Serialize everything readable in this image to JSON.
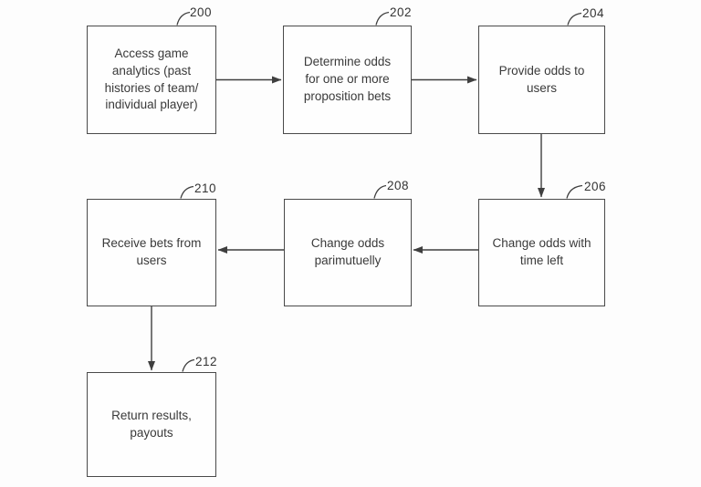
{
  "figure": {
    "type": "flowchart",
    "nodes": [
      {
        "ref": "200",
        "label": "Access game\nanalytics (past\nhistories of team/\nindividual player)"
      },
      {
        "ref": "202",
        "label": "Determine odds\nfor one or more\nproposition bets"
      },
      {
        "ref": "204",
        "label": "Provide odds to\nusers"
      },
      {
        "ref": "206",
        "label": "Change odds with\ntime left"
      },
      {
        "ref": "208",
        "label": "Change odds\nparimutuelly"
      },
      {
        "ref": "210",
        "label": "Receive bets from\nusers"
      },
      {
        "ref": "212",
        "label": "Return results,\npayouts"
      }
    ],
    "connections": [
      {
        "from": "200",
        "to": "202",
        "direction": "right"
      },
      {
        "from": "202",
        "to": "204",
        "direction": "right"
      },
      {
        "from": "204",
        "to": "206",
        "direction": "down"
      },
      {
        "from": "206",
        "to": "208",
        "direction": "left"
      },
      {
        "from": "208",
        "to": "210",
        "direction": "left"
      },
      {
        "from": "210",
        "to": "212",
        "direction": "down"
      }
    ],
    "colors": {
      "line": "#3f3f3f",
      "text": "#3a3a3a",
      "background": "#fdfdfd"
    }
  }
}
